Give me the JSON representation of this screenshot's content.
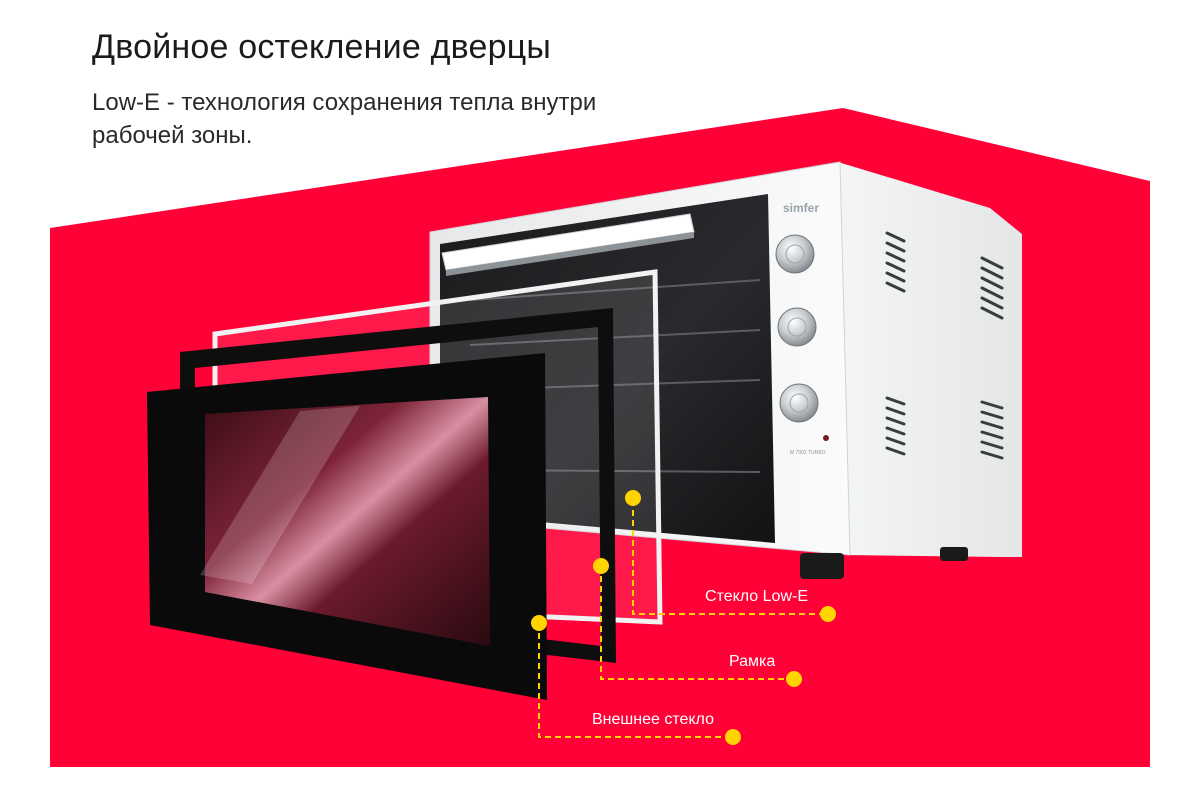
{
  "headline": "Двойное остекление дверцы",
  "subline": "Low-E - технология сохранения тепла внутри рабочей зоны.",
  "product": {
    "brand": "simfer",
    "model": "M 7002 TURBO",
    "color_body": "#f2f3f3"
  },
  "callouts": [
    {
      "id": "low-e-glass",
      "label": "Стекло Low-E"
    },
    {
      "id": "frame",
      "label": "Рамка"
    },
    {
      "id": "outer-glass",
      "label": "Внешнее стекло"
    }
  ],
  "colors": {
    "background_panel": "#ff0037",
    "marker": "#ffd400",
    "text_dark": "#1b1b1b"
  }
}
